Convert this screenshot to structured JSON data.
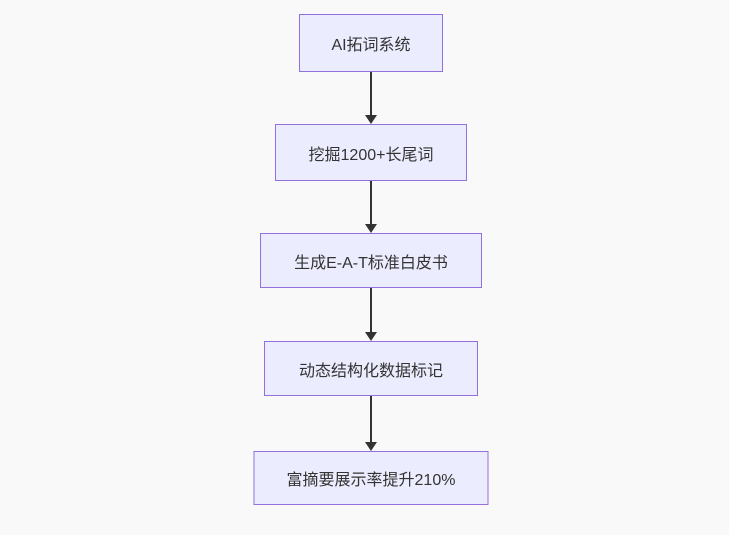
{
  "diagram": {
    "type": "flowchart",
    "direction": "top-down",
    "nodes": [
      {
        "id": "node-1",
        "label": "AI拓词系统"
      },
      {
        "id": "node-2",
        "label": "挖掘1200+长尾词"
      },
      {
        "id": "node-3",
        "label": "生成E-A-T标准白皮书"
      },
      {
        "id": "node-4",
        "label": "动态结构化数据标记"
      },
      {
        "id": "node-5",
        "label": "富摘要展示率提升210%"
      }
    ],
    "edges": [
      {
        "from": "node-1",
        "to": "node-2"
      },
      {
        "from": "node-2",
        "to": "node-3"
      },
      {
        "from": "node-3",
        "to": "node-4"
      },
      {
        "from": "node-4",
        "to": "node-5"
      }
    ],
    "colors": {
      "background": "#f9f9f9",
      "node_fill": "#ECECFF",
      "node_border": "#9370DB",
      "arrow": "#333333",
      "text": "#333333"
    }
  }
}
